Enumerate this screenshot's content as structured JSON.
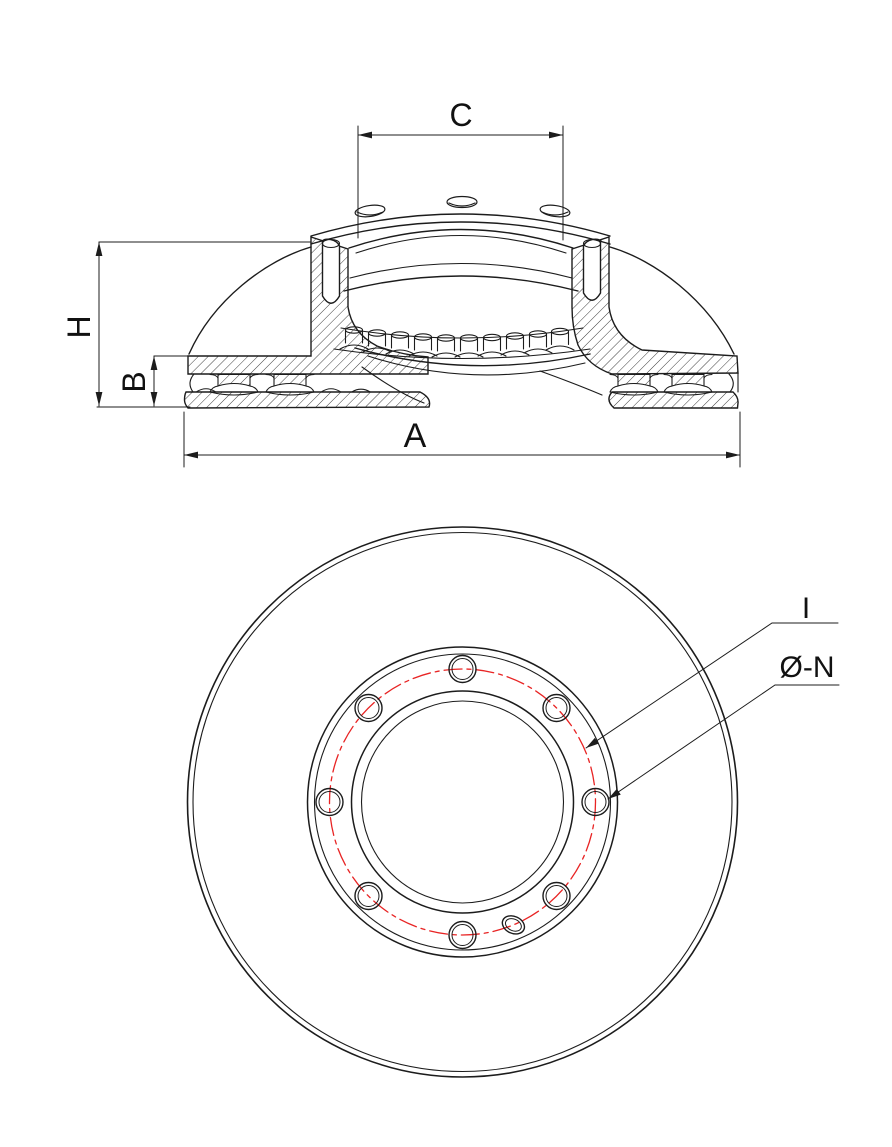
{
  "drawing": {
    "kind": "engineering-drawing-brake-disc",
    "line_color": "#1c1c1c",
    "highlight_color": "#e82424",
    "section_view": {
      "dim_C": "C",
      "dim_H": "H",
      "dim_B": "B",
      "dim_A": "A"
    },
    "front_view": {
      "label_bolt_circle": "I",
      "label_bolt_hole": "Ø-N",
      "bolt_hole_count": 8
    }
  }
}
